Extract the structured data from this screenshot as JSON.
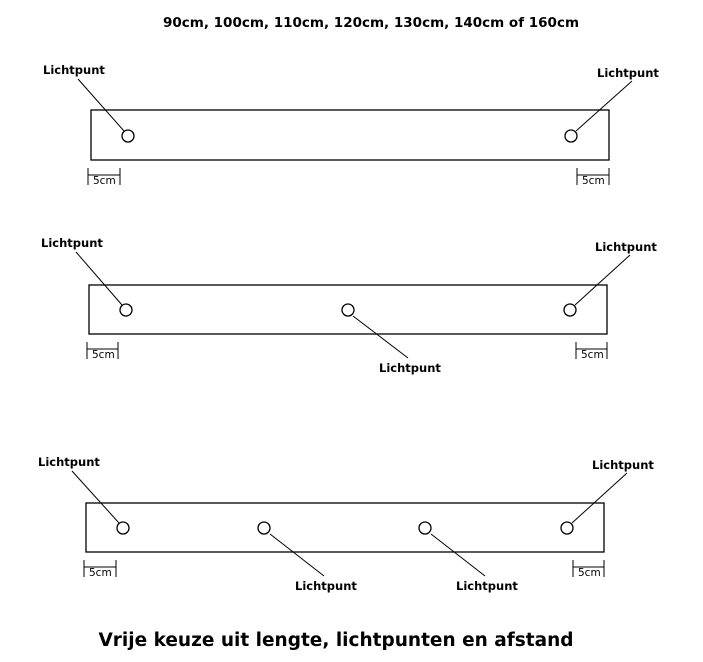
{
  "title": "90cm, 100cm, 110cm, 120cm, 130cm, 140cm of 160cm",
  "footer": "Vrije keuze uit lengte, lichtpunten en afstand",
  "point_label": "Lichtpunt",
  "spacing_label": "5cm",
  "diagrams": [
    {
      "name": "two-points",
      "labels": [
        "Lichtpunt",
        "Lichtpunt"
      ],
      "spacing_labels": [
        "5cm",
        "5cm"
      ]
    },
    {
      "name": "three-points",
      "labels": [
        "Lichtpunt",
        "Lichtpunt",
        "Lichtpunt"
      ],
      "spacing_labels": [
        "5cm",
        "5cm"
      ]
    },
    {
      "name": "four-points",
      "labels": [
        "Lichtpunt",
        "Lichtpunt",
        "Lichtpunt",
        "Lichtpunt"
      ],
      "spacing_labels": [
        "5cm",
        "5cm"
      ]
    }
  ]
}
